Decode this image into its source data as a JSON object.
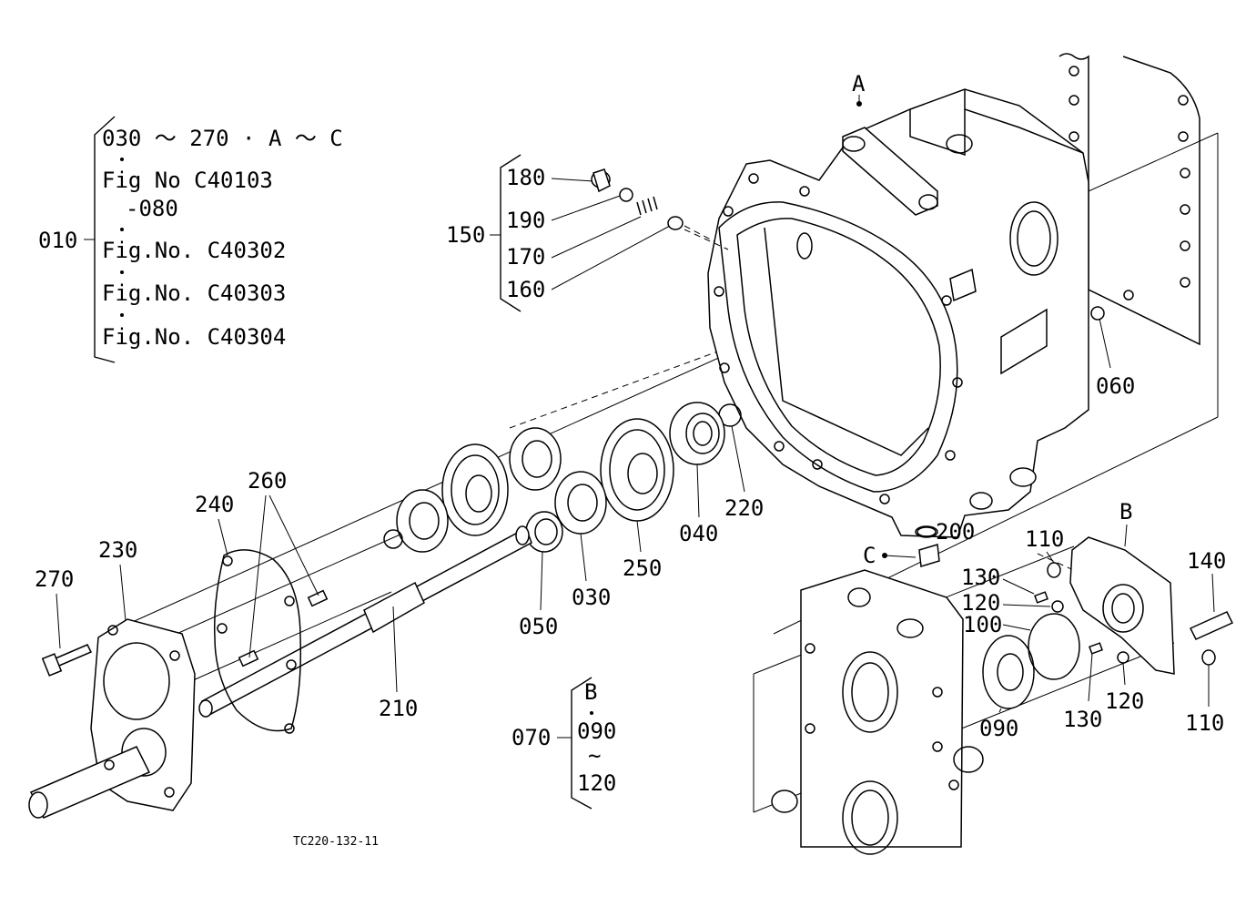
{
  "notes": {
    "n010": {
      "label": "010",
      "lines": [
        "030 ～ 270 · A ～ C",
        "Fig No  C40103",
        "-080",
        "Fig.No. C40302",
        "Fig.No. C40303",
        "Fig.No. C40304"
      ]
    },
    "n150": {
      "label": "150",
      "items": [
        "180",
        "190",
        "170",
        "160"
      ]
    },
    "n070": {
      "label": "070",
      "lines": [
        "B",
        "090",
        "~",
        "120"
      ]
    }
  },
  "callouts": [
    {
      "id": "A",
      "text": "A"
    },
    {
      "id": "B",
      "text": "B"
    },
    {
      "id": "C",
      "text": "C"
    },
    {
      "id": "060",
      "text": "060"
    },
    {
      "id": "220",
      "text": "220"
    },
    {
      "id": "040",
      "text": "040"
    },
    {
      "id": "250",
      "text": "250"
    },
    {
      "id": "030",
      "text": "030"
    },
    {
      "id": "050",
      "text": "050"
    },
    {
      "id": "200",
      "text": "200"
    },
    {
      "id": "260",
      "text": "260"
    },
    {
      "id": "240",
      "text": "240"
    },
    {
      "id": "230",
      "text": "230"
    },
    {
      "id": "270",
      "text": "270"
    },
    {
      "id": "210",
      "text": "210"
    },
    {
      "id": "110a",
      "text": "110"
    },
    {
      "id": "130a",
      "text": "130"
    },
    {
      "id": "120a",
      "text": "120"
    },
    {
      "id": "100",
      "text": "100"
    },
    {
      "id": "140",
      "text": "140"
    },
    {
      "id": "090",
      "text": "090"
    },
    {
      "id": "130b",
      "text": "130"
    },
    {
      "id": "120b",
      "text": "120"
    },
    {
      "id": "110b",
      "text": "110"
    }
  ],
  "caption": "TC220-132-11"
}
